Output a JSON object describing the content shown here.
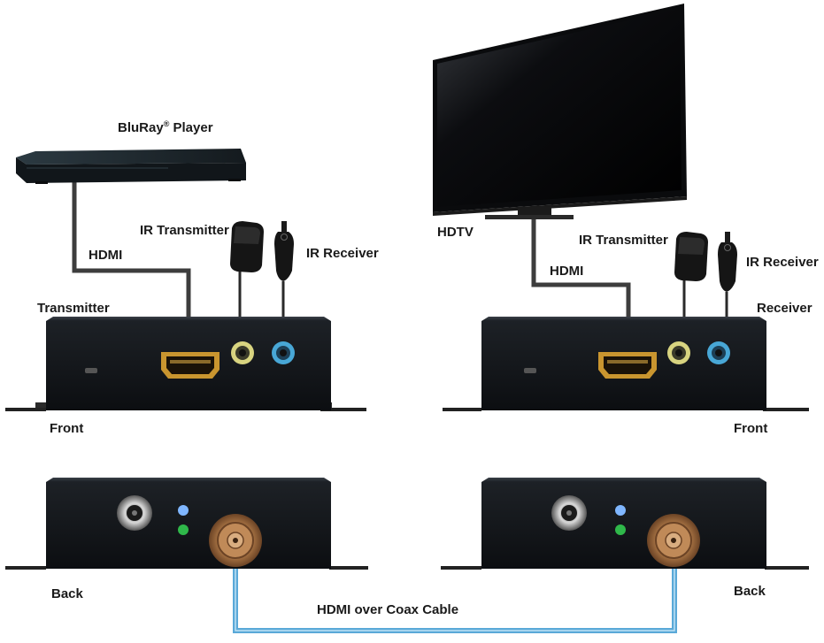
{
  "labels": {
    "bluray_player": "BluRay",
    "bluray_registered": "®",
    "bluray_suffix": " Player",
    "hdtv": "HDTV",
    "hdmi_left": "HDMI",
    "hdmi_right": "HDMI",
    "ir_transmitter_left": "IR Transmitter",
    "ir_receiver_left": "IR Receiver",
    "ir_transmitter_right": "IR Transmitter",
    "ir_receiver_right": "IR Receiver",
    "transmitter": "Transmitter",
    "receiver": "Receiver",
    "front_left": "Front",
    "front_right": "Front",
    "back_left": "Back",
    "back_right": "Back",
    "coax_cable": "HDMI over Coax Cable"
  },
  "colors": {
    "unit_body": "#15181c",
    "cable_gray": "#3d3d3d",
    "coax_blue": "#5aa9d8",
    "hdmi_port_gold": "#c9952f",
    "jack_yellow": "#d8d480",
    "jack_blue": "#48a7d6",
    "led_blue": "#7fb6ff",
    "led_green": "#2fb84a",
    "bnc_copper": "#b07a48"
  },
  "icons": {
    "tv": "hdtv-icon",
    "player": "bluray-player-icon",
    "ir_tx": "ir-transmitter-icon",
    "ir_rx": "ir-receiver-icon",
    "hdmi_port": "hdmi-port-icon",
    "bnc": "bnc-connector-icon",
    "power": "power-jack-icon",
    "usb": "micro-usb-icon"
  }
}
